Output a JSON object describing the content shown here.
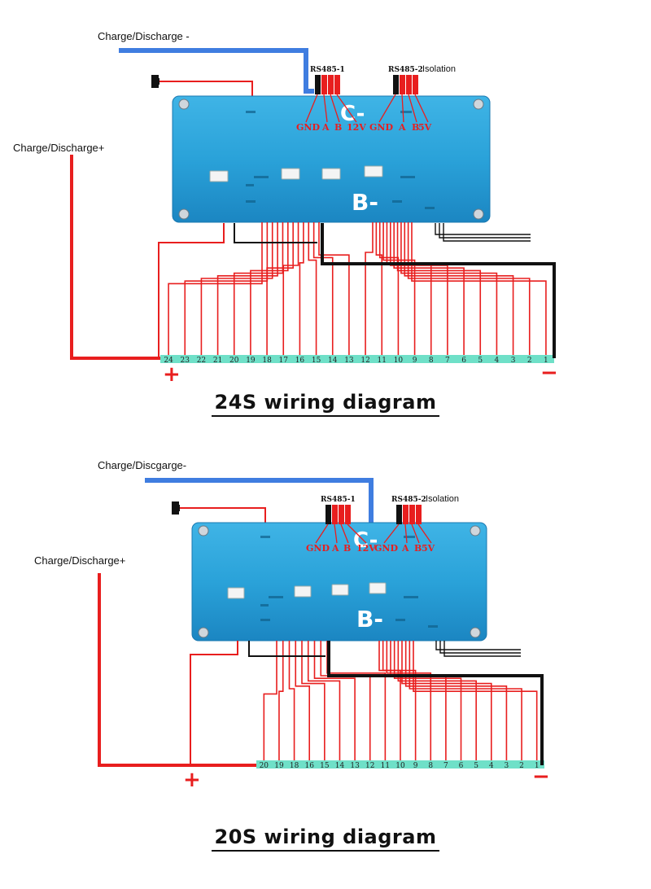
{
  "diagram_24s": {
    "title": "24S wiring diagram",
    "label_discharge_minus": "Charge/Discharge -",
    "label_discharge_plus": "Charge/Discharge+",
    "label_rs485_1": "RS485-1",
    "label_rs485_2": "RS485-2",
    "label_isolation": "Isolation",
    "label_gnd": "GND",
    "label_a": "A",
    "label_b": "B",
    "label_12v": "12V",
    "label_5v": "5V",
    "label_c_minus": "C-",
    "label_b_minus": "B-",
    "plus_sign": "+",
    "minus_sign": "−",
    "cells": [
      "24",
      "23",
      "22",
      "21",
      "20",
      "19",
      "18",
      "17",
      "16",
      "15",
      "14",
      "13",
      "12",
      "11",
      "10",
      "9",
      "8",
      "7",
      "6",
      "5",
      "4",
      "3",
      "2",
      "1"
    ]
  },
  "diagram_20s": {
    "title": "20S wiring diagram",
    "label_discharge_minus": "Charge/Discgarge-",
    "label_discharge_plus": "Charge/Discharge+",
    "label_rs485_1": "RS485-1",
    "label_rs485_2": "RS485-2",
    "label_isolation": "Isolation",
    "label_gnd": "GND",
    "label_a": "A",
    "label_b": "B",
    "label_12v": "12V",
    "label_5v": "5V",
    "label_c_minus": "C-",
    "label_b_minus": "B-",
    "plus_sign": "+",
    "minus_sign": "−",
    "cells": [
      "20",
      "19",
      "18",
      "16",
      "15",
      "14",
      "13",
      "12",
      "11",
      "10",
      "9",
      "8",
      "7",
      "6",
      "5",
      "4",
      "3",
      "2",
      "1"
    ]
  }
}
